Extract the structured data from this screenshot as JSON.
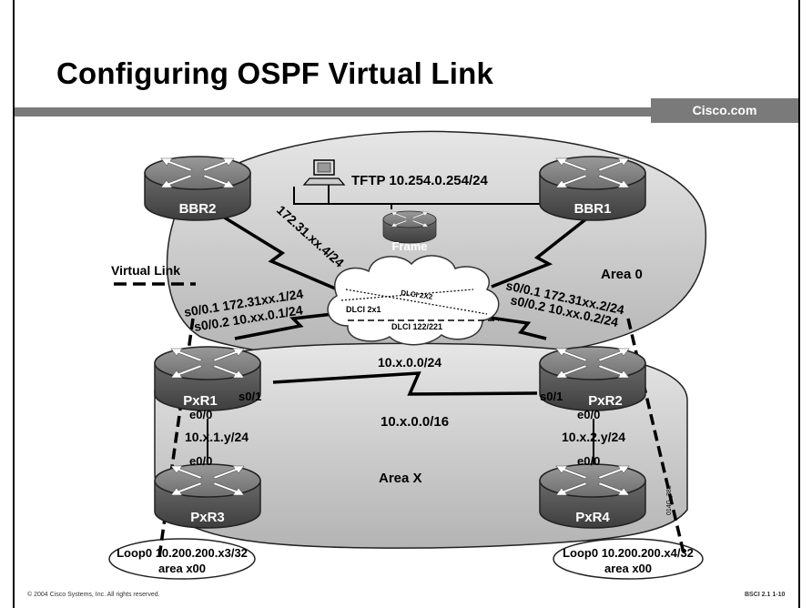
{
  "slide": {
    "title": "Configuring OSPF Virtual Link",
    "brand": "Cisco.com",
    "footer_left": "© 2004 Cisco Systems, Inc. All rights reserved.",
    "footer_right": "BSCI 2.1   1-10"
  },
  "diagram": {
    "routers": {
      "bbr2": "BBR2",
      "bbr1": "BBR1",
      "frame": "Frame",
      "pxr1": "PxR1",
      "pxr2": "PxR2",
      "pxr3": "PxR3",
      "pxr4": "PxR4"
    },
    "labels": {
      "tftp": "TFTP 10.254.0.254/24",
      "area0": "Area 0",
      "areax": "Area X",
      "virtual_link": "Virtual Link",
      "link_bbr2": "172.31.xx.4/24",
      "pxr1_s01": "s0/0.1 172.31xx.1/24",
      "pxr1_s02": "s0/0.2 10.xx.0.1/24",
      "pxr2_s01": "s0/0.1 172.31xx.2/24",
      "pxr2_s02": "s0/0.2 10.xx.0.2/24",
      "dlci_2x2": "DLCI 2X2",
      "dlci_2x1": "DLCI 2x1",
      "dlci_122": "DLCI 122/221",
      "net_10x0024": "10.x.0.0/24",
      "net_10x0016": "10.x.0.0/16",
      "pxr1_iface_s01": "s0/1",
      "pxr2_iface_s01": "s0/1",
      "pxr1_e00": "e0/0",
      "pxr2_e00": "e0/0",
      "pxr3_e00": "e0/0",
      "pxr4_e00": "e0/0",
      "net_10x1": "10.x.1.y/24",
      "net_10x2": "10.x.2.y/24",
      "loop_pxr3": "Loop0 10.200.200.x3/32",
      "area_pxr3": "area x00",
      "loop_pxr4": "Loop0 10.200.200.x4/32",
      "area_pxr4": "area x00",
      "fig_id": "014G_388"
    }
  }
}
